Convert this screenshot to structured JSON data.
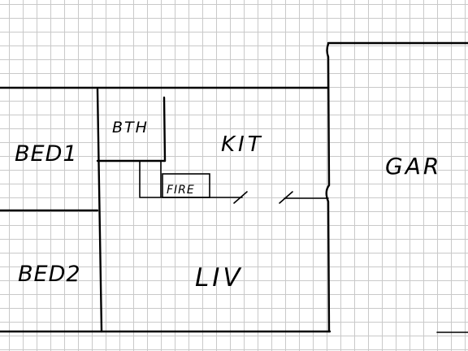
{
  "rooms": {
    "bed1": "BED1",
    "bed2": "BED2",
    "bath": "BTH",
    "kitchen": "KIT",
    "fireplace": "FIRE",
    "living": "LIV",
    "garage": "GAR"
  },
  "colors": {
    "ink": "#000000",
    "grid": "#c9c9c9",
    "paper": "#ffffff"
  }
}
